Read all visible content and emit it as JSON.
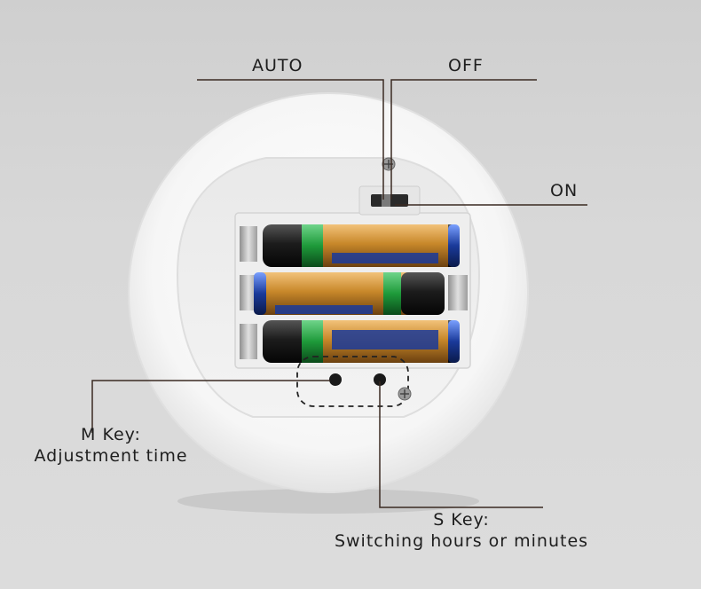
{
  "labels": {
    "auto": "AUTO",
    "off": "OFF",
    "on": "ON",
    "m_key_title": "M Key:",
    "m_key_desc": "Adjustment time",
    "s_key_title": "S Key:",
    "s_key_desc": "Switching hours or minutes"
  },
  "colors": {
    "background": "#d6d6d6",
    "device_body": "#f7f7f7",
    "callout_line": "#3a2a22",
    "battery_green": "#1e9a3a",
    "battery_blue": "#1a3a9a",
    "battery_gold": "#c8882a",
    "battery_black": "#1c1c1c"
  },
  "device": {
    "battery_count": 3
  }
}
